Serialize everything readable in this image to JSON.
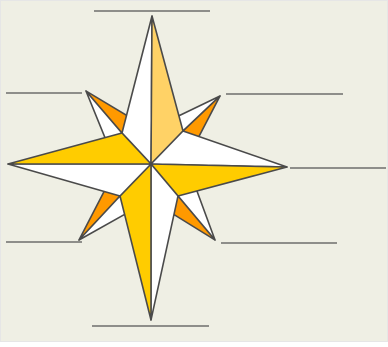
{
  "diagram": {
    "background_color": "#efefe4",
    "line_color": "#555555",
    "outline_color": "#4a4a4a",
    "fill_colors": {
      "white": "#ffffff",
      "light_yellow": "#ffd266",
      "yellow": "#ffcc00",
      "orange": "#ff9900"
    },
    "label_blanks": [
      {
        "direction": "N",
        "text": ""
      },
      {
        "direction": "NE",
        "text": ""
      },
      {
        "direction": "E",
        "text": ""
      },
      {
        "direction": "SE",
        "text": ""
      },
      {
        "direction": "S",
        "text": ""
      },
      {
        "direction": "SW",
        "text": ""
      },
      {
        "direction": "W",
        "text": ""
      },
      {
        "direction": "NW",
        "text": ""
      }
    ],
    "icon": "compass-rose-icon"
  }
}
